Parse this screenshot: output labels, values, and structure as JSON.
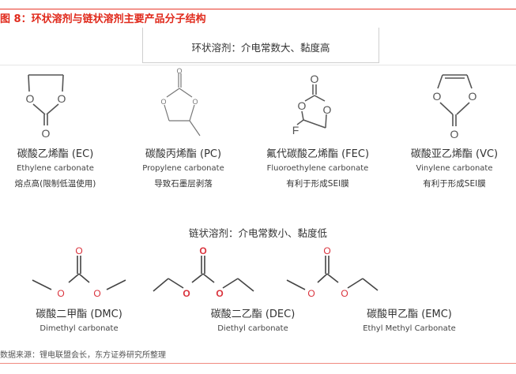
{
  "figure": {
    "title": "图 8：环状溶剂与链状溶剂主要产品分子结构",
    "source": "数据来源：锂电联盟会长，东方证券研究所整理",
    "accent_color": "#e02a1c"
  },
  "cyclic": {
    "heading": "环状溶剂：介电常数大、黏度高",
    "items": [
      {
        "name": "碳酸乙烯酯 (EC)",
        "english": "Ethylene carbonate",
        "note": "熔点高(限制低温使用)"
      },
      {
        "name": "碳酸丙烯酯 (PC)",
        "english": "Propylene carbonate",
        "note": "导致石墨层剥落"
      },
      {
        "name": "氟代碳酸乙烯酯 (FEC)",
        "english": "Fluoroethylene carbonate",
        "note": "有利于形成SEI膜"
      },
      {
        "name": "碳酸亚乙烯酯 (VC)",
        "english": "Vinylene carbonate",
        "note": "有利于形成SEI膜"
      }
    ]
  },
  "chain": {
    "heading": "链状溶剂：介电常数小、黏度低",
    "items": [
      {
        "name": "碳酸二甲酯 (DMC)",
        "english": "Dimethyl carbonate"
      },
      {
        "name": "碳酸二乙酯 (DEC)",
        "english": "Diethyl carbonate"
      },
      {
        "name": "碳酸甲乙酯 (EMC)",
        "english": "Ethyl Methyl Carbonate"
      }
    ]
  },
  "atoms": {
    "O": "O",
    "F": "F"
  }
}
